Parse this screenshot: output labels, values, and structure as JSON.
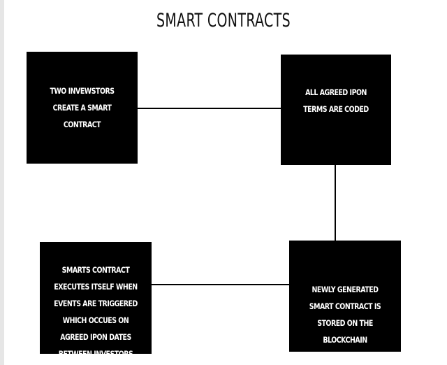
{
  "title": "SMART CONTRACTS",
  "boxes": {
    "step1": "TWO INVEWSTORS CREATE A SMART CONTRACT",
    "step2": "ALL AGREED IPON TERMS ARE CODED",
    "step3": "NEWLY GENERATED SMART CONTRACT IS STORED ON THE BLOCKCHAIN",
    "step4": "SMARTS CONTRACT EXECUTES ITSELF WHEN EVENTS ARE TRIGGERED WHICH OCCUES ON AGREED IPON DATES BETWEEN INVESTORS"
  },
  "colors": {
    "box_fill": "#000000",
    "box_text": "#ffffff",
    "connector": "#000000"
  }
}
